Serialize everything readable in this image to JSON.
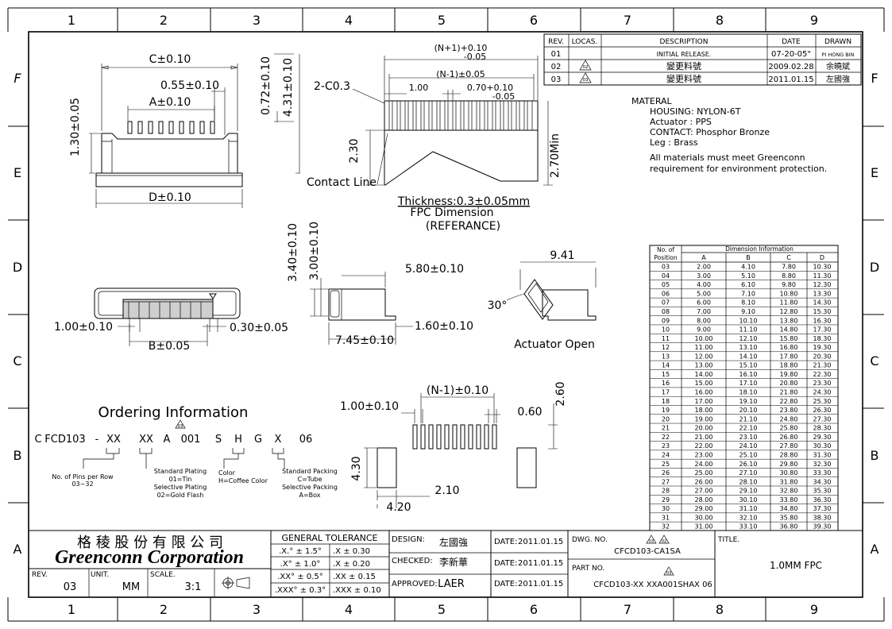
{
  "zones": {
    "columns": [
      "1",
      "2",
      "3",
      "4",
      "5",
      "6",
      "7",
      "8",
      "9"
    ],
    "rows": [
      "F",
      "E",
      "D",
      "C",
      "B",
      "A"
    ]
  },
  "revisions": {
    "headers": [
      "REV.",
      "LOCAS.",
      "DESCRIPTION",
      "DATE",
      "DRAWN"
    ],
    "rows": [
      {
        "rev": "01",
        "locas": "",
        "desc": "INITIAL RELEASE.",
        "date": "07-20-05\"",
        "drawn": "PI HONG BIN"
      },
      {
        "rev": "02",
        "locas": "02",
        "desc": "變更料號",
        "date": "2009.02.28",
        "drawn": "余曉斌"
      },
      {
        "rev": "03",
        "locas": "03",
        "desc": "變更料號",
        "date": "2011.01.15",
        "drawn": "左國強"
      }
    ]
  },
  "material": {
    "heading": "MATERAL",
    "lines": [
      "HOUSING: NYLON-6T",
      "Actuator : PPS",
      "CONTACT: Phosphor Bronze",
      "Leg : Brass"
    ],
    "note": [
      "All materials must meet Greenconn",
      "requirement for environment protection."
    ]
  },
  "dims": {
    "c": "C±0.10",
    "p055": "0.55±0.10",
    "a": "A±0.10",
    "p072": "0.72±0.10",
    "p431": "4.31±0.10",
    "p130": "1.30±0.05",
    "d": "D±0.10",
    "c03": "2-C0.3",
    "p100a": "1.00",
    "p070": "0.70+0.10",
    "p070b": "-0.05",
    "np1": "(N+1)+0.10",
    "np1b": "-0.05",
    "nm1": "(N-1)±0.05",
    "p230": "2.30",
    "contact": "Contact Line",
    "p270": "2.70Min",
    "thick": "Thickness:0.3±0.05mm",
    "fpc": "FPC Dimension",
    "ref": "(REFERANCE)",
    "p340": "3.40±0.10",
    "p300": "3.00±0.10",
    "p580": "5.80±0.10",
    "p745": "7.45±0.10",
    "p160": "1.60±0.10",
    "p100b": "1.00±0.10",
    "b": "B±0.05",
    "p030": "0.30±0.05",
    "p941": "9.41",
    "p30": "30°",
    "actuator": "Actuator Open",
    "nm1b": "(N-1)±0.10",
    "p100c": "1.00±0.10",
    "p060": "0.60",
    "p260": "2.60",
    "p430": "4.30",
    "p210": "2.10",
    "p420": "4.20"
  },
  "ordering": {
    "title": "Ordering Information",
    "marker": "03",
    "code": [
      "C",
      "FCD103",
      "-",
      "XX",
      "XX",
      "A",
      "001",
      "S",
      "H",
      "G",
      "X",
      "06"
    ],
    "notes": {
      "pins": [
        "No. of Pins per Row",
        "03~32"
      ],
      "plating": [
        "Standard Plating",
        "01=Tin",
        "Selective Plating",
        "02=Gold Flash"
      ],
      "color": [
        "Color",
        "H=Coffee Color"
      ],
      "packing": [
        "Standard Packing",
        "C=Tube",
        "Selective Packing",
        "A=Box"
      ]
    }
  },
  "dim_table": {
    "header_left": [
      "No. of",
      "Position"
    ],
    "header_top": "Dimension Information",
    "cols": [
      "A",
      "B",
      "C",
      "D"
    ],
    "rows": [
      [
        "03",
        "2.00",
        "4.10",
        "7.80",
        "10.30"
      ],
      [
        "04",
        "3.00",
        "5.10",
        "8.80",
        "11.30"
      ],
      [
        "05",
        "4.00",
        "6.10",
        "9.80",
        "12.30"
      ],
      [
        "06",
        "5.00",
        "7.10",
        "10.80",
        "13.30"
      ],
      [
        "07",
        "6.00",
        "8.10",
        "11.80",
        "14.30"
      ],
      [
        "08",
        "7.00",
        "9.10",
        "12.80",
        "15.30"
      ],
      [
        "09",
        "8.00",
        "10.10",
        "13.80",
        "16.30"
      ],
      [
        "10",
        "9.00",
        "11.10",
        "14.80",
        "17.30"
      ],
      [
        "11",
        "10.00",
        "12.10",
        "15.80",
        "18.30"
      ],
      [
        "12",
        "11.00",
        "13.10",
        "16.80",
        "19.30"
      ],
      [
        "13",
        "12.00",
        "14.10",
        "17.80",
        "20.30"
      ],
      [
        "14",
        "13.00",
        "15.10",
        "18.80",
        "21.30"
      ],
      [
        "15",
        "14.00",
        "16.10",
        "19.80",
        "22.30"
      ],
      [
        "16",
        "15.00",
        "17.10",
        "20.80",
        "23.30"
      ],
      [
        "17",
        "16.00",
        "18.10",
        "21.80",
        "24.30"
      ],
      [
        "18",
        "17.00",
        "19.10",
        "22.80",
        "25.30"
      ],
      [
        "19",
        "18.00",
        "20.10",
        "23.80",
        "26.30"
      ],
      [
        "20",
        "19.00",
        "21.10",
        "24.80",
        "27.30"
      ],
      [
        "21",
        "20.00",
        "22.10",
        "25.80",
        "28.30"
      ],
      [
        "22",
        "21.00",
        "23.10",
        "26.80",
        "29.30"
      ],
      [
        "23",
        "22.00",
        "24.10",
        "27.80",
        "30.30"
      ],
      [
        "24",
        "23.00",
        "25.10",
        "28.80",
        "31.30"
      ],
      [
        "25",
        "24.00",
        "26.10",
        "29.80",
        "32.30"
      ],
      [
        "26",
        "25.00",
        "27.10",
        "30.80",
        "33.30"
      ],
      [
        "27",
        "26.00",
        "28.10",
        "31.80",
        "34.30"
      ],
      [
        "28",
        "27.00",
        "29.10",
        "32.80",
        "35.30"
      ],
      [
        "29",
        "28.00",
        "30.10",
        "33.80",
        "36.30"
      ],
      [
        "30",
        "29.00",
        "31.10",
        "34.80",
        "37.30"
      ],
      [
        "31",
        "30.00",
        "32.10",
        "35.80",
        "38.30"
      ],
      [
        "32",
        "31.00",
        "33.10",
        "36.80",
        "39.30"
      ]
    ]
  },
  "title_block": {
    "company_cn": "格 稜 股 份 有 限 公 司",
    "company_en": "Greenconn Corporation",
    "rev_label": "REV.",
    "rev": "03",
    "unit_label": "UNIT.",
    "unit": "MM",
    "scale_label": "SCALE.",
    "scale": "3:1",
    "tol_title": "GENERAL TOLERANCE",
    "tol": [
      [
        "X.° ± 1.5°",
        ".X",
        ".X   ±  0.30"
      ],
      [
        "X° ± 1.0°",
        "",
        ".X   ±  0.20"
      ],
      [
        "XX° ± 0.5°",
        "",
        ".XX  ±  0.15"
      ],
      [
        ".XXX° ± 0.3°",
        "",
        ".XXX ±  0.10"
      ]
    ],
    "tol_left": [
      ".X.° ± 1.5°",
      ".X° ± 1.0°",
      ".XX° ± 0.5°",
      ".XXX° ± 0.3°"
    ],
    "tol_right": [
      ".X   ±  0.30",
      ".X   ±  0.20",
      ".XX  ±  0.15",
      ".XXX ±  0.10"
    ],
    "design_label": "DESIGN:",
    "design": "左國強",
    "checked_label": "CHECKED:",
    "checked": "李新華",
    "approved_label": "APPROVED:",
    "approved": "LAER",
    "date_label": "DATE:",
    "date": "2011.01.15",
    "dwg_label": "DWG. NO.",
    "dwg": "CFCD103-CA1SA",
    "dwg_mark1": "03",
    "dwg_mark2": "02",
    "part_label": "PART NO.",
    "part": "CFCD103-XX XXA001SHAX 06",
    "part_mark": "03",
    "title_label": "TITLE.",
    "title": "1.0MM FPC"
  }
}
